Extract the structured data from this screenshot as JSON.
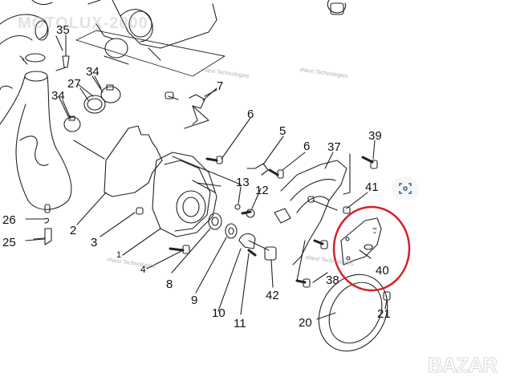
{
  "watermarks": {
    "top": "MOTOLUX-2000",
    "small": "vNext Technologies"
  },
  "bazar_logo": "BAZAR",
  "highlight": {
    "color": "#d4212a",
    "part": "40"
  },
  "labels": {
    "l35": "35",
    "l34a": "34",
    "l27": "27",
    "l34b": "34",
    "l7": "7",
    "l6a": "6",
    "l5": "5",
    "l6b": "6",
    "l37": "37",
    "l39": "39",
    "l41": "41",
    "l13": "13",
    "l12": "12",
    "l2": "2",
    "l3": "3",
    "l26": "26",
    "l25": "25",
    "l1": "1",
    "l4": "4",
    "l8": "8",
    "l9": "9",
    "l10": "10",
    "l11": "11",
    "l42": "42",
    "l38": "38",
    "l40": "40",
    "l20": "20",
    "l21": "21"
  }
}
